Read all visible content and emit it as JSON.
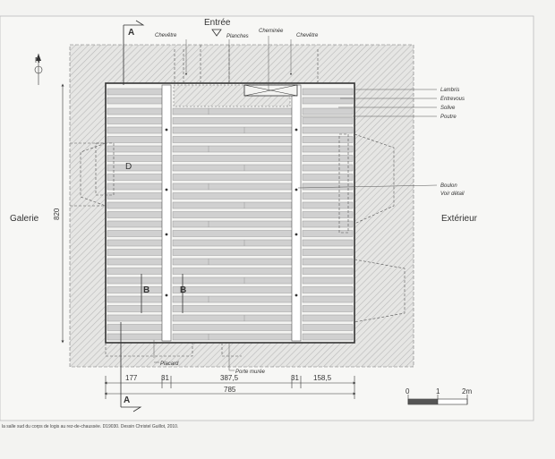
{
  "labels": {
    "entree": "Entrée",
    "galerie": "Galerie",
    "exterieur": "Extérieur",
    "chevetre_left": "Chevêtre",
    "planches": "Planches",
    "cheminee": "Cheminée",
    "chevetre_right": "Chevêtre",
    "lambris": "Lambris",
    "entrevous": "Entrevous",
    "solive": "Solive",
    "poutre": "Poutre",
    "boulon": "Boulon",
    "voir_detail": "Voir détail",
    "placard": "Placard",
    "porte_muree": "Porte murée",
    "north": "N",
    "section_a_top": "A",
    "section_a_bottom": "A",
    "section_b_left": "B",
    "section_b_right": "B",
    "detail_d": "D"
  },
  "dimensions": {
    "height": "820",
    "total": "785",
    "segments": [
      "177",
      "31",
      "387,5",
      "31",
      "158,5"
    ]
  },
  "scale_bar": {
    "ticks": [
      "0",
      "1",
      "2m"
    ]
  },
  "caption": "la salle sud du corps de logis au rez-de-chaussée. D19030. Dessin Christel Guillot, 2010.",
  "colors": {
    "hatch": "#c8c8c8",
    "board": "#d0d0d0",
    "beam": "#ffffff",
    "line": "#444444"
  }
}
